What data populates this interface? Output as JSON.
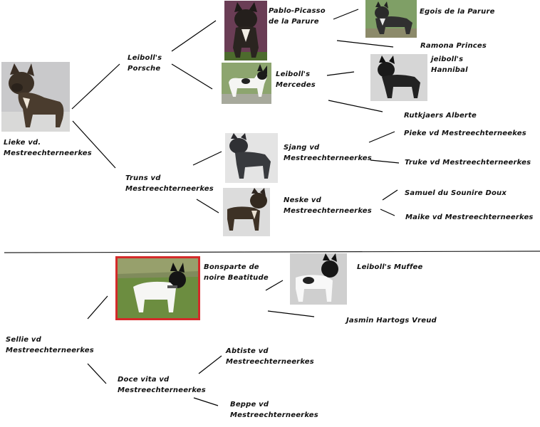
{
  "top_tree": {
    "root": [
      "Lieke vd.",
      "Mestreechterneerkes"
    ],
    "sire": [
      "Leiboll's",
      "Porsche"
    ],
    "dam": [
      "Truns vd",
      "Mestreechterneerkes"
    ],
    "sire_sire": [
      "Pablo-Picasso",
      "de la Parure"
    ],
    "sire_dam": [
      "Leiboll's",
      "Mercedes"
    ],
    "dam_sire": [
      "Sjang vd",
      "Mestreechterneerkes"
    ],
    "dam_dam": [
      "Neske vd",
      "Mestreechterneerkes"
    ],
    "ggp_1": "Egois de la Parure",
    "ggp_2": "Ramona Princes",
    "ggp_3": [
      "jeiboll's",
      "Hannibal"
    ],
    "ggp_4": "Rutkjaers Alberte",
    "ggp_5": "Pieke vd Mestreechterneekes",
    "ggp_6": "Truke vd Mestreechterneerkes",
    "ggp_7": "Samuel du Sounire Doux",
    "ggp_8": "Maike vd Mestreechterneerkes"
  },
  "bottom_tree": {
    "root": [
      "Sellie vd",
      "Mestreechterneerkes"
    ],
    "sire": [
      "Bonsparte de",
      "noire Beatitude"
    ],
    "dam": [
      "Doce vita vd",
      "Mestreechterneerkes"
    ],
    "sire_sire": "Leiboll's Muffee",
    "sire_dam": "Jasmin Hartogs Vreud",
    "dam_sire": [
      "Abtiste vd",
      "Mestreechterneerkes"
    ],
    "dam_dam": [
      "Beppe vd",
      "Mestreechterneerkes"
    ]
  },
  "colors": {
    "text": "#111111",
    "line": "#000000",
    "highlight_frame": "#d42a2a"
  }
}
